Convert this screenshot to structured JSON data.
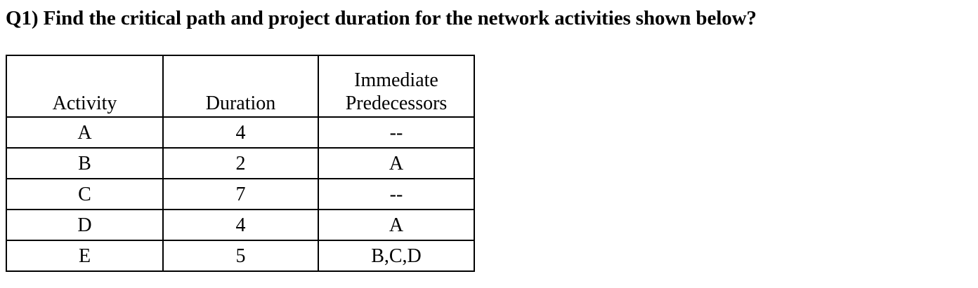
{
  "question": {
    "text": "Q1) Find the critical path and project duration for the network activities shown below?"
  },
  "table": {
    "headers": {
      "activity": "Activity",
      "duration": "Duration",
      "predecessors_line1": "Immediate",
      "predecessors_line2": "Predecessors"
    },
    "rows": [
      {
        "activity": "A",
        "duration": "4",
        "predecessors": "--"
      },
      {
        "activity": "B",
        "duration": "2",
        "predecessors": "A"
      },
      {
        "activity": "C",
        "duration": "7",
        "predecessors": "--"
      },
      {
        "activity": "D",
        "duration": "4",
        "predecessors": "A"
      },
      {
        "activity": "E",
        "duration": "5",
        "predecessors": "B,C,D"
      }
    ]
  }
}
